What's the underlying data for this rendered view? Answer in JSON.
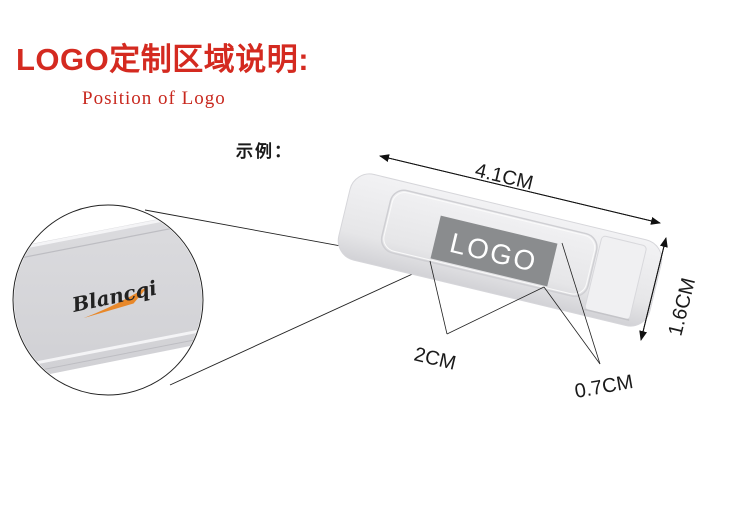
{
  "header": {
    "title": "LOGO定制区域说明:",
    "subtitle": "Position of Logo",
    "title_color": "#d42a20"
  },
  "example": {
    "label": "示例："
  },
  "product": {
    "logo_placeholder": "LOGO",
    "logo_box_color": "#8a8c8e",
    "body_color": "#ebebed"
  },
  "magnifier": {
    "brand_text": "Blancqi",
    "brand_text_color": "#222222",
    "swoosh_color": "#e8882a"
  },
  "dimensions": {
    "length": "4.1CM",
    "width": "1.6CM",
    "logo_width": "2CM",
    "logo_height": "0.7CM"
  }
}
